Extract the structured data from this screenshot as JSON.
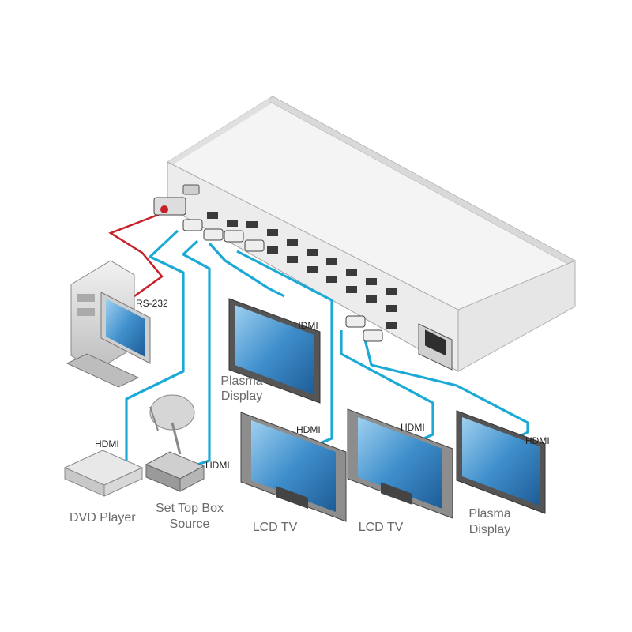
{
  "labels": {
    "rs232": "RS-232",
    "hdmi": "HDMI",
    "dvd_player": "DVD Player",
    "stb_line1": "Set Top Box",
    "stb_line2": "Source",
    "plasma1_line1": "Plasma",
    "plasma1_line2": "Display",
    "lcd1": "LCD TV",
    "lcd2": "LCD TV",
    "plasma2_line1": "Plasma",
    "plasma2_line2": "Display"
  },
  "colors": {
    "hdmi_cable": "#1ba9d6",
    "rs232_cable": "#c8202a",
    "screen": "#4a90c8",
    "device_body": "#d6d6d6",
    "device_dark": "#8a8a8a"
  }
}
